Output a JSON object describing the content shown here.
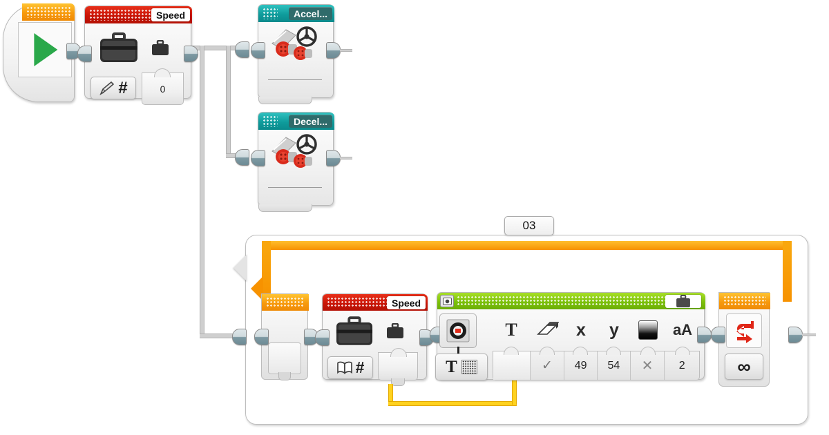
{
  "app": {
    "environment": "LEGO MINDSTORMS EV3 Programming Canvas",
    "background_color": "#ffffff"
  },
  "palette": {
    "start_orange": "#f79a0d",
    "variable_red": "#c91506",
    "sensor_teal": "#0f9c9c",
    "display_green": "#7cc00b",
    "flow_orange": "#f79200",
    "data_wire_yellow": "#ffd21f",
    "sequence_wire_gray": "#cfcfcf"
  },
  "blocks": {
    "start": {
      "name": "start-block",
      "type": "program-start",
      "header_color": "#f79a0d",
      "icon": "green-play-triangle-icon"
    },
    "speed_write": {
      "name": "variable-write-speed",
      "type": "variable-write",
      "header_color": "#c91506",
      "label": "Speed",
      "mode_icon_left": "pencil-write-icon",
      "mode_icon_right": "hash-numeric-icon",
      "main_icon": "large-suitcase-icon",
      "port_icon": "small-suitcase-icon",
      "value": "0"
    },
    "accel": {
      "name": "block-accel",
      "type": "motor-rotation-sensor",
      "header_color": "#0f9c9c",
      "label": "Accel...",
      "main_icon": "motor-steering-icon",
      "sub_value": ""
    },
    "decel": {
      "name": "block-decel",
      "type": "motor-rotation-sensor",
      "header_color": "#0f9c9c",
      "label": "Decel...",
      "main_icon": "motor-steering-icon",
      "sub_value": ""
    },
    "loop": {
      "name": "loop-block",
      "type": "flow-loop",
      "header_color": "#f79200",
      "loop_name": "03",
      "loop_mode_icon": "infinity-icon",
      "loop_mode_value": "∞",
      "loop_end_icon": "red-loop-arrow-icon"
    },
    "loop_speed_read": {
      "name": "variable-read-speed",
      "type": "variable-read",
      "header_color": "#c91506",
      "label": "Speed",
      "mode_icon_left": "book-read-icon",
      "mode_icon_right": "hash-numeric-icon",
      "main_icon": "large-suitcase-icon",
      "port_icon": "small-suitcase-icon",
      "output_value": ""
    },
    "display": {
      "name": "display-block",
      "type": "display-text",
      "header_color": "#7cc00b",
      "header_left_icon": "display-screen-icon",
      "header_right_icon": "small-suitcase-icon",
      "mode_icon": "display-target-icon",
      "mode_sub_icon_text": "T",
      "mode_sub_icon_grid": "pixel-grid-icon",
      "parameters": [
        {
          "icon": "text-T-icon",
          "icon_name": "T",
          "value": "",
          "name": "param-text"
        },
        {
          "icon": "eraser-icon",
          "icon_name": "",
          "value": "✓",
          "name": "param-clear-screen"
        },
        {
          "icon": "x-axis-icon",
          "icon_name": "x",
          "value": "49",
          "name": "param-x"
        },
        {
          "icon": "y-axis-icon",
          "icon_name": "y",
          "value": "54",
          "name": "param-y"
        },
        {
          "icon": "color-swatch-icon",
          "icon_name": "",
          "value": "✕",
          "name": "param-color"
        },
        {
          "icon": "font-size-icon",
          "icon_name": "aA",
          "value": "2",
          "name": "param-font-size"
        }
      ]
    }
  }
}
